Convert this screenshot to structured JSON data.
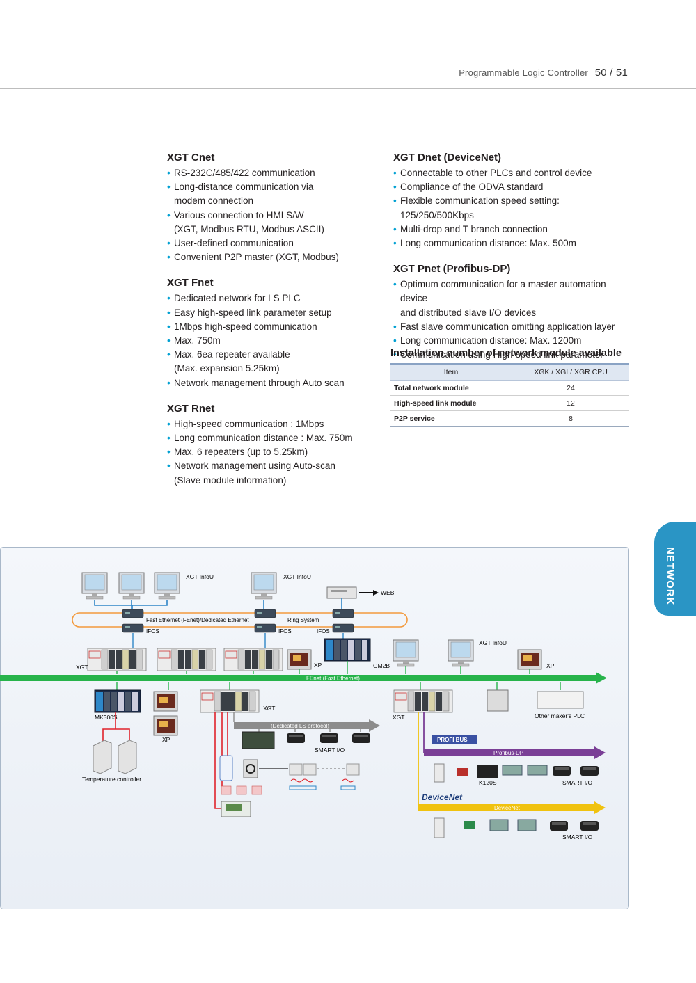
{
  "header": {
    "title": "Programmable Logic Controller",
    "pages": "50 / 51"
  },
  "side_tab": "NETWORK",
  "sections": {
    "cnet": {
      "title": "XGT Cnet",
      "items": [
        "RS-232C/485/422 communication",
        "Long-distance communication via",
        "modem connection",
        "Various connection to HMI S/W",
        "(XGT, Modbus RTU, Modbus ASCII)",
        "User-defined communication",
        "Convenient P2P master (XGT, Modbus)"
      ]
    },
    "fnet": {
      "title": "XGT Fnet",
      "items": [
        "Dedicated network for LS PLC",
        "Easy high-speed link parameter setup",
        "1Mbps high-speed communication",
        "Max. 750m",
        "Max. 6ea repeater available",
        "(Max. expansion 5.25km)",
        "Network management through Auto scan"
      ]
    },
    "rnet": {
      "title": "XGT Rnet",
      "items": [
        "High-speed communication : 1Mbps",
        "Long communication distance : Max. 750m",
        "Max. 6 repeaters (up to 5.25km)",
        "Network management using Auto-scan",
        "(Slave module information)"
      ]
    },
    "dnet": {
      "title": "XGT Dnet (DeviceNet)",
      "items": [
        "Connectable to other PLCs and control device",
        "Compliance of the ODVA standard",
        "Flexible communication speed setting: 125/250/500Kbps",
        "Multi-drop and T branch connection",
        "Long communication distance: Max. 500m"
      ]
    },
    "pnet": {
      "title": "XGT Pnet (Profibus-DP)",
      "items": [
        "Optimum communication for a master automation device",
        "and distributed slave I/O devices",
        "Fast slave communication omitting application layer",
        "Long communication distance: Max. 1200m",
        "Communication using High-speed link parameter"
      ]
    }
  },
  "table": {
    "title": "Installation number of network module available",
    "headers": [
      "Item",
      "XGK / XGI / XGR CPU"
    ],
    "rows": [
      [
        "Total network module",
        "24"
      ],
      [
        "High-speed link module",
        "12"
      ],
      [
        "P2P service",
        "8"
      ]
    ]
  },
  "diagram": {
    "labels": {
      "infou1": "XGT InfoU",
      "infou2": "XGT InfoU",
      "infou3": "XGT InfoU",
      "web": "WEB",
      "ring_left": "Fast Ethernet (FEnet)/Dedicated Ethernet",
      "ring_right": "Ring System",
      "ifos1": "IFOS",
      "ifos2": "IFOS",
      "ifos3": "IFOS",
      "xgt_left": "XGT",
      "xp1": "XP",
      "gm2b": "GM2B",
      "xp_right": "XP",
      "fenet": "FEnet (Fast Ethernet)",
      "mk300s": "MK300S",
      "xp2": "XP",
      "temp": "Temperature controller",
      "xgt_mid": "XGT",
      "xgt_right": "XGT",
      "dedicated": "(Dedicated LS protocol)",
      "smartio1": "SMART I/O",
      "other_plc": "Other maker's PLC",
      "profibus": "Profibus-DP",
      "k120s": "K120S",
      "smartio2": "SMART I/O",
      "devicenet": "DeviceNet",
      "smartio3": "SMART I/O",
      "devicenet_logo": "DeviceNet",
      "profi_logo": "PROFI BUS"
    },
    "colors": {
      "fenet": "#27b34b",
      "profibus": "#7a3f96",
      "devicenet": "#f0c20f",
      "dedicated": "#8c8c8c",
      "rs": "#e0232b",
      "eth": "#2f86c7",
      "ring": "#f39a3d"
    }
  }
}
